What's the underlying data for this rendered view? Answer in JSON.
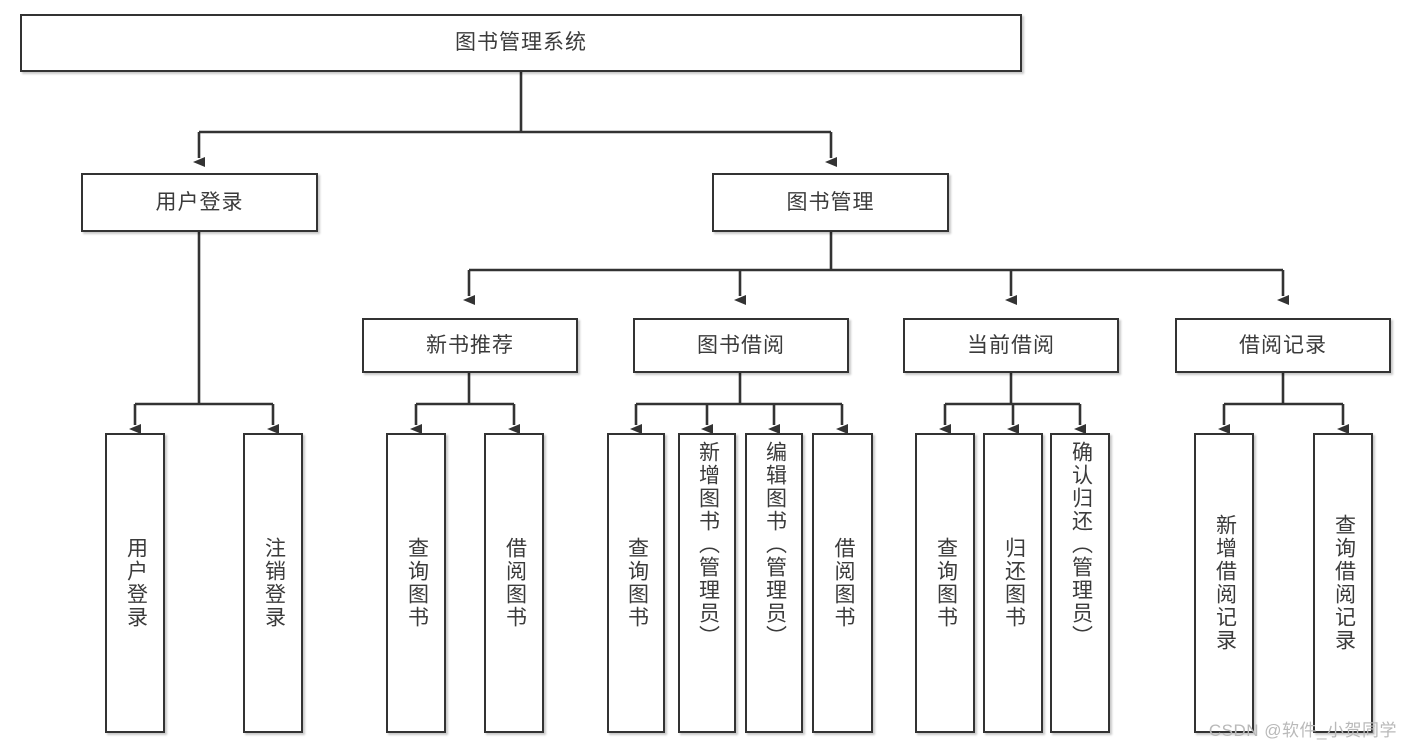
{
  "diagram": {
    "type": "tree",
    "title": "图书管理系统",
    "watermark": "CSDN @软件_小贺同学",
    "colors": {
      "node_border": "#333333",
      "node_fill": "#ffffff",
      "edge": "#333333",
      "text": "#3b3b3b",
      "watermark": "#b9b9b9",
      "background": "#ffffff"
    },
    "levels": {
      "root": {
        "label": "图书管理系统"
      },
      "level2": [
        {
          "label": "用户登录"
        },
        {
          "label": "图书管理"
        }
      ],
      "level3": [
        {
          "label": "新书推荐"
        },
        {
          "label": "图书借阅"
        },
        {
          "label": "当前借阅"
        },
        {
          "label": "借阅记录"
        }
      ]
    },
    "nodes": {
      "root": "图书管理系统",
      "user_login": "用户登录",
      "book_manage": "图书管理",
      "new_book_rec": "新书推荐",
      "book_borrow": "图书借阅",
      "current_borrow": "当前借阅",
      "borrow_record": "借阅记录",
      "leaf_user_login": "用户登录",
      "leaf_logout": "注销登录",
      "leaf_query_book_1": "查询图书",
      "leaf_borrow_book_1": "借阅图书",
      "leaf_query_book_2": "查询图书",
      "leaf_add_book_admin": "新增图书（管理员）",
      "leaf_edit_book_admin": "编辑图书（管理员）",
      "leaf_borrow_book_2": "借阅图书",
      "leaf_query_book_3": "查询图书",
      "leaf_return_book": "归还图书",
      "leaf_confirm_return_admin": "确认归还（管理员）",
      "leaf_add_record": "新增借阅记录",
      "leaf_query_record": "查询借阅记录"
    }
  }
}
